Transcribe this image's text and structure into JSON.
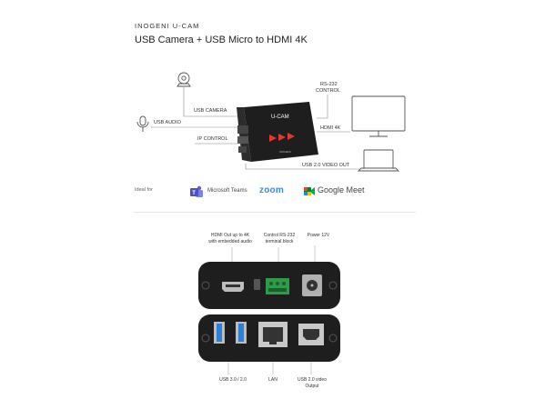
{
  "header": {
    "brand": "INOGENI  U-CAM",
    "title": "USB Camera + USB Micro to HDMI 4K"
  },
  "diagram": {
    "usb_camera_label": "USB CAMERA",
    "usb_audio_label": "USB AUDIO",
    "ip_control_label": "IP CONTROL",
    "rs232_label_line1": "RS-232",
    "rs232_label_line2": "CONTROL",
    "hdmi_label": "HDMI 4K",
    "usb_video_out_label": "USB 2.0 VIDEO OUT",
    "device_name": "U-CAM",
    "device_small_text": "INOGENI"
  },
  "ideal_for": {
    "label": "Ideal for",
    "apps": [
      {
        "name": "Microsoft Teams"
      },
      {
        "name": "zoom"
      },
      {
        "name": "Google Meet"
      }
    ]
  },
  "ports_top": {
    "hdmi_line1": "HDMI Out up to 4K",
    "hdmi_line2": "with embedded audio",
    "rs232_line1": "Control RS-232",
    "rs232_line2": "terminal block",
    "power": "Power 12V"
  },
  "ports_bottom": {
    "usb": "USB 3.0 / 2.0",
    "lan": "LAN",
    "usb_video_line1": "USB 2.0 video",
    "usb_video_line2": "Output"
  },
  "colors": {
    "device_body": "#1e1e1e",
    "accent_red": "#e03a2e",
    "usb3_blue": "#2f7fd6",
    "terminal_green": "#2e9a4a",
    "zoom_blue": "#2d8cff"
  }
}
